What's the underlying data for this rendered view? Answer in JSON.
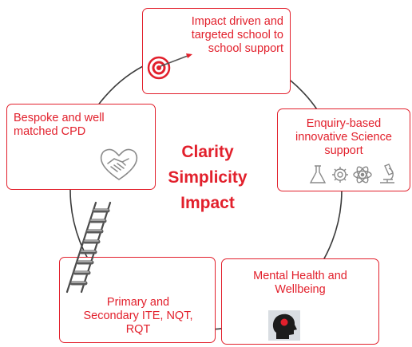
{
  "colors": {
    "accent": "#e2202c",
    "ring": "#3a3a3a",
    "icon_gray": "#8a8a8a"
  },
  "center": {
    "line1": "Clarity",
    "line2": "Simplicity",
    "line3": "Impact"
  },
  "boxes": {
    "top": {
      "line1": "Impact driven and",
      "line2": "targeted school to",
      "line3": "school support",
      "icon": "target-dart-icon"
    },
    "right": {
      "line1": "Enquiry-based",
      "line2": "innovative Science",
      "line3": "support",
      "icon": "science-icons"
    },
    "bottom_right": {
      "line1": "Mental Health and",
      "line2": "Wellbeing",
      "icon": "head-brain-icon"
    },
    "bottom_left": {
      "line1": "Primary and",
      "line2": "Secondary ITE, NQT,",
      "line3": "RQT",
      "icon": "ladder-icon"
    },
    "left": {
      "line1": "Bespoke and well",
      "line2": "matched CPD",
      "icon": "handshake-heart-icon"
    }
  }
}
